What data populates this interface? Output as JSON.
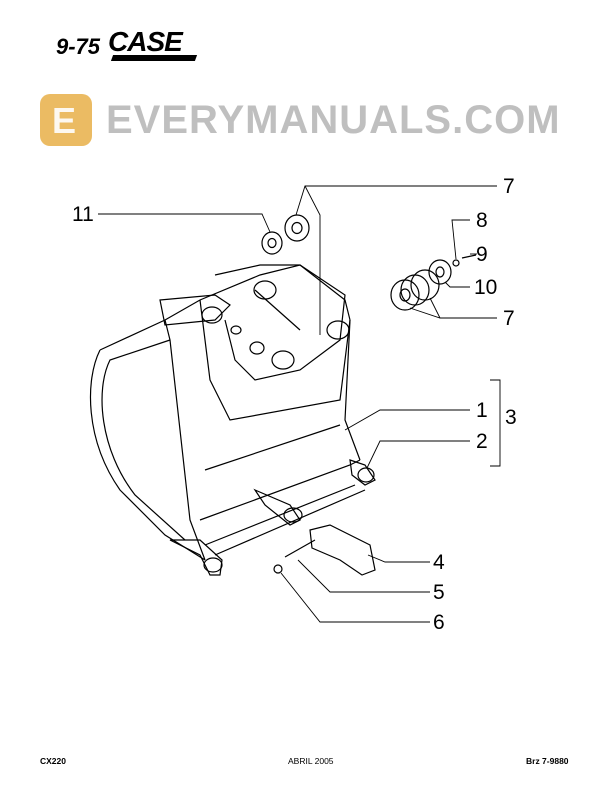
{
  "header": {
    "page_number": "9-75",
    "brand": "CASE"
  },
  "callouts": {
    "c7a": "7",
    "c11": "11",
    "c8": "8",
    "c9": "9",
    "c10": "10",
    "c7b": "7",
    "c1": "1",
    "c3": "3",
    "c2": "2",
    "c4": "4",
    "c5": "5",
    "c6": "6"
  },
  "watermark": {
    "text": "EVERYMANUALS.COM",
    "logo_letter": "E"
  },
  "footer": {
    "model": "CX220",
    "date": "ABRIL 2005",
    "code": "Brz 7-9880"
  }
}
